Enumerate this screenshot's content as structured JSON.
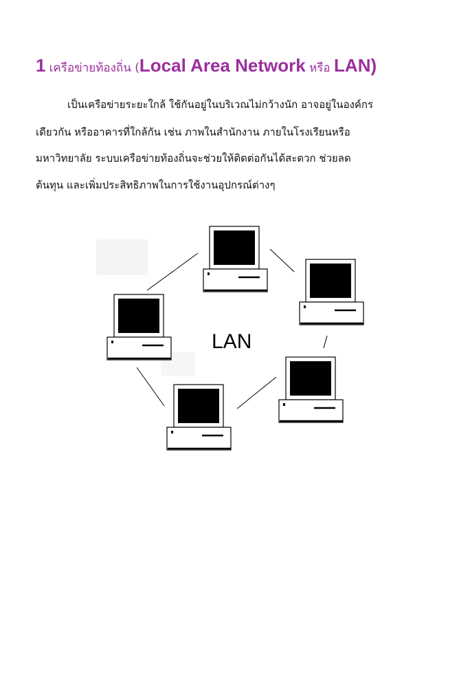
{
  "heading": {
    "number": "1",
    "thai_part1": "เครือข่ายท้องถิ่น (",
    "latin_part": "Local Area Network",
    "thai_part2": " หรือ ",
    "latin_abbr": "LAN)"
  },
  "paragraph_lines": [
    "เป็นเครือข่ายระยะใกล้ ใช้กันอยู่ในบริเวณไม่กว้างนัก อาจอยู่ในองค์กร",
    "เดียวกัน หรืออาคารที่ใกล้กัน เช่น ภาพในสำนักงาน ภายในโรงเรียนหรือ",
    "มหาวิทยาลัย ระบบเครือข่ายท้องถิ่นจะช่วยให้ติดต่อกันได้สะดวก ช่วยลด",
    "ต้นทุน และเพิ่มประสิทธิภาพในการใช้งานอุปกรณ์ต่างๆ"
  ],
  "diagram": {
    "center_label": "LAN",
    "computer_icon": "desktop-computer-icon",
    "computer_count": 5,
    "screen_color": "#000000",
    "line_color": "#000000"
  }
}
